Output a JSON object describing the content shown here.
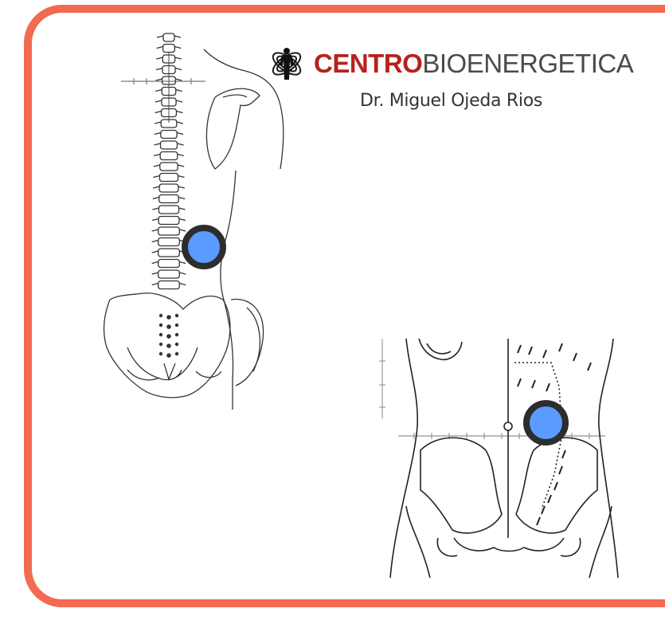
{
  "brand": {
    "name_bold": "CENTRO",
    "name_light": "BIOENERGETICA",
    "doctor": "Dr. Miguel Ojeda Rios",
    "logo_icon": "human-figure-spiral-logo",
    "colors": {
      "bold": "#b8211c",
      "light": "#4a4a4a"
    }
  },
  "frame": {
    "border_color": "#f26a50"
  },
  "figures": [
    {
      "view": "back-spine-pelvis-diagram",
      "marker": {
        "fill": "#5b9bff",
        "outline": "#2d2d2d"
      }
    },
    {
      "view": "front-abdomen-pelvis-diagram",
      "marker": {
        "fill": "#5b9bff",
        "outline": "#2d2d2d"
      }
    }
  ]
}
